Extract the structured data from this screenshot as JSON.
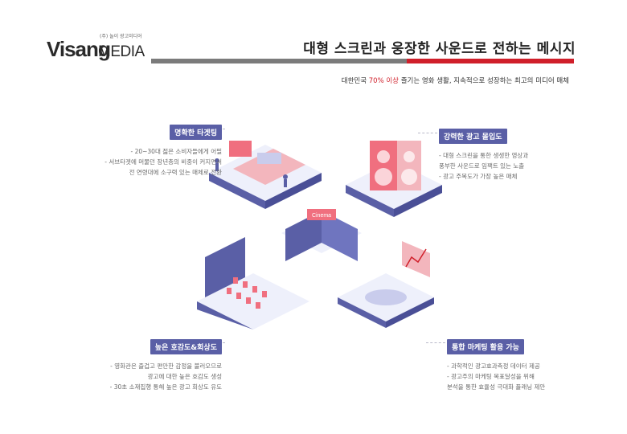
{
  "logo": {
    "brand_v": "Visang",
    "brand_media": "MEDIA",
    "tagline": "(주) 놀이 광고미디어"
  },
  "header": {
    "title": "대형 스크린과 웅장한 사운드로 전하는 메시지",
    "subtitle_pre": "대한민국 ",
    "subtitle_highlight": "70% 이상",
    "subtitle_post": " 즐기는 영화 생활, 지속적으로 성장하는 최고의 미디어 매체"
  },
  "colors": {
    "accent_red": "#d01f2a",
    "tag_purple": "#5a5fa6",
    "grey_bar": "#7b7b7b"
  },
  "panels": {
    "targeting": {
      "label": "명확한 타겟팅",
      "lines": [
        "- 20~30대 젊은 소비자들에게 어필",
        "- 서브타겟에 머물던 장년층의 비중이 커지면서",
        "전 연령대에 소구력 있는 매체로 전환"
      ]
    },
    "immersion": {
      "label": "강력한 광고 몰입도",
      "lines": [
        "- 대형 스크린을 통한 생생한 영상과",
        "풍부한 사운드로 임팩트 있는 노출",
        "- 광고 주목도가 가장 높은 매체"
      ]
    },
    "recall": {
      "label": "높은 호감도&회상도",
      "lines": [
        "- 영화관은 즐겁고 편안한 감정을 불러오므로",
        "광고에 대한 높은 호감도 생성",
        "- 30초 소재집행 통해 높은 광고 회상도 유도"
      ]
    },
    "marketing": {
      "label": "통합 마케팅 활용 가능",
      "lines": [
        "- 과학적인 광고효과측정 데이터 제공",
        "- 광고주의 마케팅 목표달성을 위해",
        "분석을 통한 효율성 극대화 플래닝 제안"
      ]
    }
  },
  "illustration": {
    "marquee_text": "Cinema"
  }
}
